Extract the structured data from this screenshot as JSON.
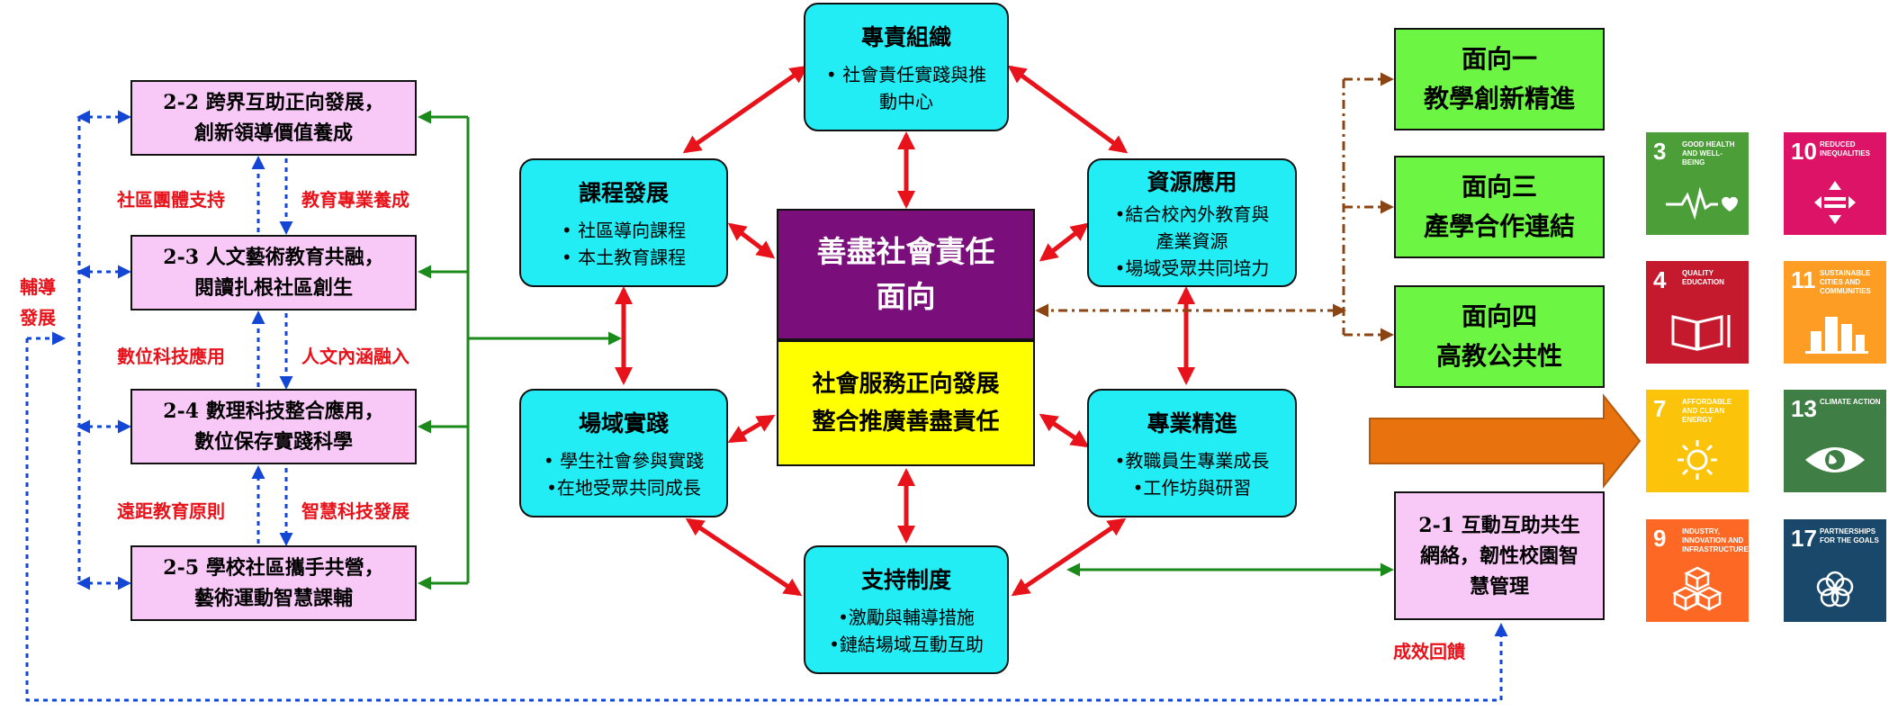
{
  "left_boxes": [
    {
      "line1": "2-2 跨界互助正向發展，",
      "line2": "創新領導價值養成"
    },
    {
      "line1": "2-3 人文藝術教育共融，",
      "line2": "閱讀扎根社區創生"
    },
    {
      "line1": "2-4 數理科技整合應用，",
      "line2": "數位保存實踐科學"
    },
    {
      "line1": "2-5 學校社區攜手共營，",
      "line2": "藝術運動智慧課輔"
    }
  ],
  "left_labels": {
    "community_support": "社區團體支持",
    "edu_professional": "教育專業養成",
    "digital_tech": "數位科技應用",
    "humanities": "人文內涵融入",
    "remote_edu": "遠距教育原則",
    "smart_tech": "智慧科技發展",
    "guidance_1": "輔導",
    "guidance_2": "發展"
  },
  "ring_boxes": {
    "org": {
      "title": "專責組織",
      "items": [
        "• 社會責任實踐與推",
        "動中心"
      ]
    },
    "curriculum": {
      "title": "課程發展",
      "items": [
        "• 社區導向課程",
        "• 本土教育課程"
      ]
    },
    "resource": {
      "title": "資源應用",
      "items": [
        "•結合校內外教育與",
        "產業資源",
        "•場域受眾共同培力"
      ]
    },
    "field": {
      "title": "場域實踐",
      "items": [
        "• 學生社會參與實踐",
        "•在地受眾共同成長"
      ]
    },
    "pro": {
      "title": "專業精進",
      "items": [
        "•教職員生專業成長",
        "•工作坊與研習"
      ]
    },
    "support": {
      "title": "支持制度",
      "items": [
        "•激勵與輔導措施",
        "•鏈結場域互動互助"
      ]
    }
  },
  "center": {
    "top_line1": "善盡社會責任",
    "top_line2": "面向",
    "bottom_line1": "社會服務正向發展",
    "bottom_line2": "整合推廣善盡責任"
  },
  "right_boxes": [
    {
      "line1": "面向一",
      "line2": "教學創新精進"
    },
    {
      "line1": "面向三",
      "line2": "產學合作連結"
    },
    {
      "line1": "面向四",
      "line2": "高教公共性"
    }
  ],
  "box_21": {
    "line1": "2-1 互動互助共生",
    "line2": "網絡，韌性校園智",
    "line3": "慧管理"
  },
  "feedback_label": "成效回饋",
  "sdg_tiles": [
    {
      "num": "3",
      "text": "GOOD HEALTH AND WELL-BEING",
      "color": "#4c9f38",
      "icon": "heartbeat-icon"
    },
    {
      "num": "10",
      "text": "REDUCED INEQUALITIES",
      "color": "#dd1367",
      "icon": "equality-icon"
    },
    {
      "num": "4",
      "text": "QUALITY EDUCATION",
      "color": "#c5192d",
      "icon": "book-icon"
    },
    {
      "num": "11",
      "text": "SUSTAINABLE CITIES AND COMMUNITIES",
      "color": "#fd9d24",
      "icon": "city-icon"
    },
    {
      "num": "7",
      "text": "AFFORDABLE AND CLEAN ENERGY",
      "color": "#fcc30b",
      "icon": "sun-icon"
    },
    {
      "num": "13",
      "text": "CLIMATE ACTION",
      "color": "#3f7e44",
      "icon": "eye-globe-icon"
    },
    {
      "num": "9",
      "text": "INDUSTRY, INNOVATION AND INFRASTRUCTURE",
      "color": "#fd6925",
      "icon": "cubes-icon"
    },
    {
      "num": "17",
      "text": "PARTNERSHIPS FOR THE GOALS",
      "color": "#19486a",
      "icon": "rings-icon"
    }
  ],
  "colors": {
    "arrow_red": "#e8121b",
    "arrow_green": "#1a8a1a",
    "arrow_blue": "#1446d6",
    "arrow_brown": "#8b4513",
    "big_arrow": "#e8720e"
  }
}
